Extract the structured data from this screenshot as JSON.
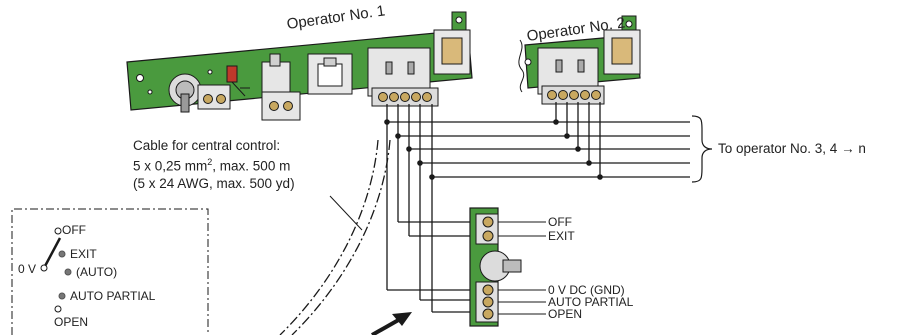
{
  "operators": {
    "op1_title": "Operator No. 1",
    "op2_title": "Operator No. 2"
  },
  "cable": {
    "line1": "Cable for central control:",
    "line2_a": "5 x 0,25 mm",
    "line2_sup": "2",
    "line2_b": ", max. 500 m",
    "line3": "(5 x 24 AWG, max. 500 yd)"
  },
  "bus": {
    "to_other": "To operator No. 3, 4 → n"
  },
  "switch_terminals": {
    "off": "OFF",
    "exit": "EXIT",
    "gnd": "0 V DC (GND)",
    "auto_partial": "AUTO PARTIAL",
    "open": "OPEN"
  },
  "selector": {
    "off": "OFF",
    "exit": "EXIT",
    "auto": "(AUTO)",
    "auto_partial": "AUTO PARTIAL",
    "open": "OPEN",
    "zero_v": "0 V"
  },
  "colors": {
    "board": "#4a9a3e",
    "line": "#1a1a1a",
    "connector": "#d9d9d9",
    "terminal": "#c8a860",
    "red": "#c0392b"
  }
}
